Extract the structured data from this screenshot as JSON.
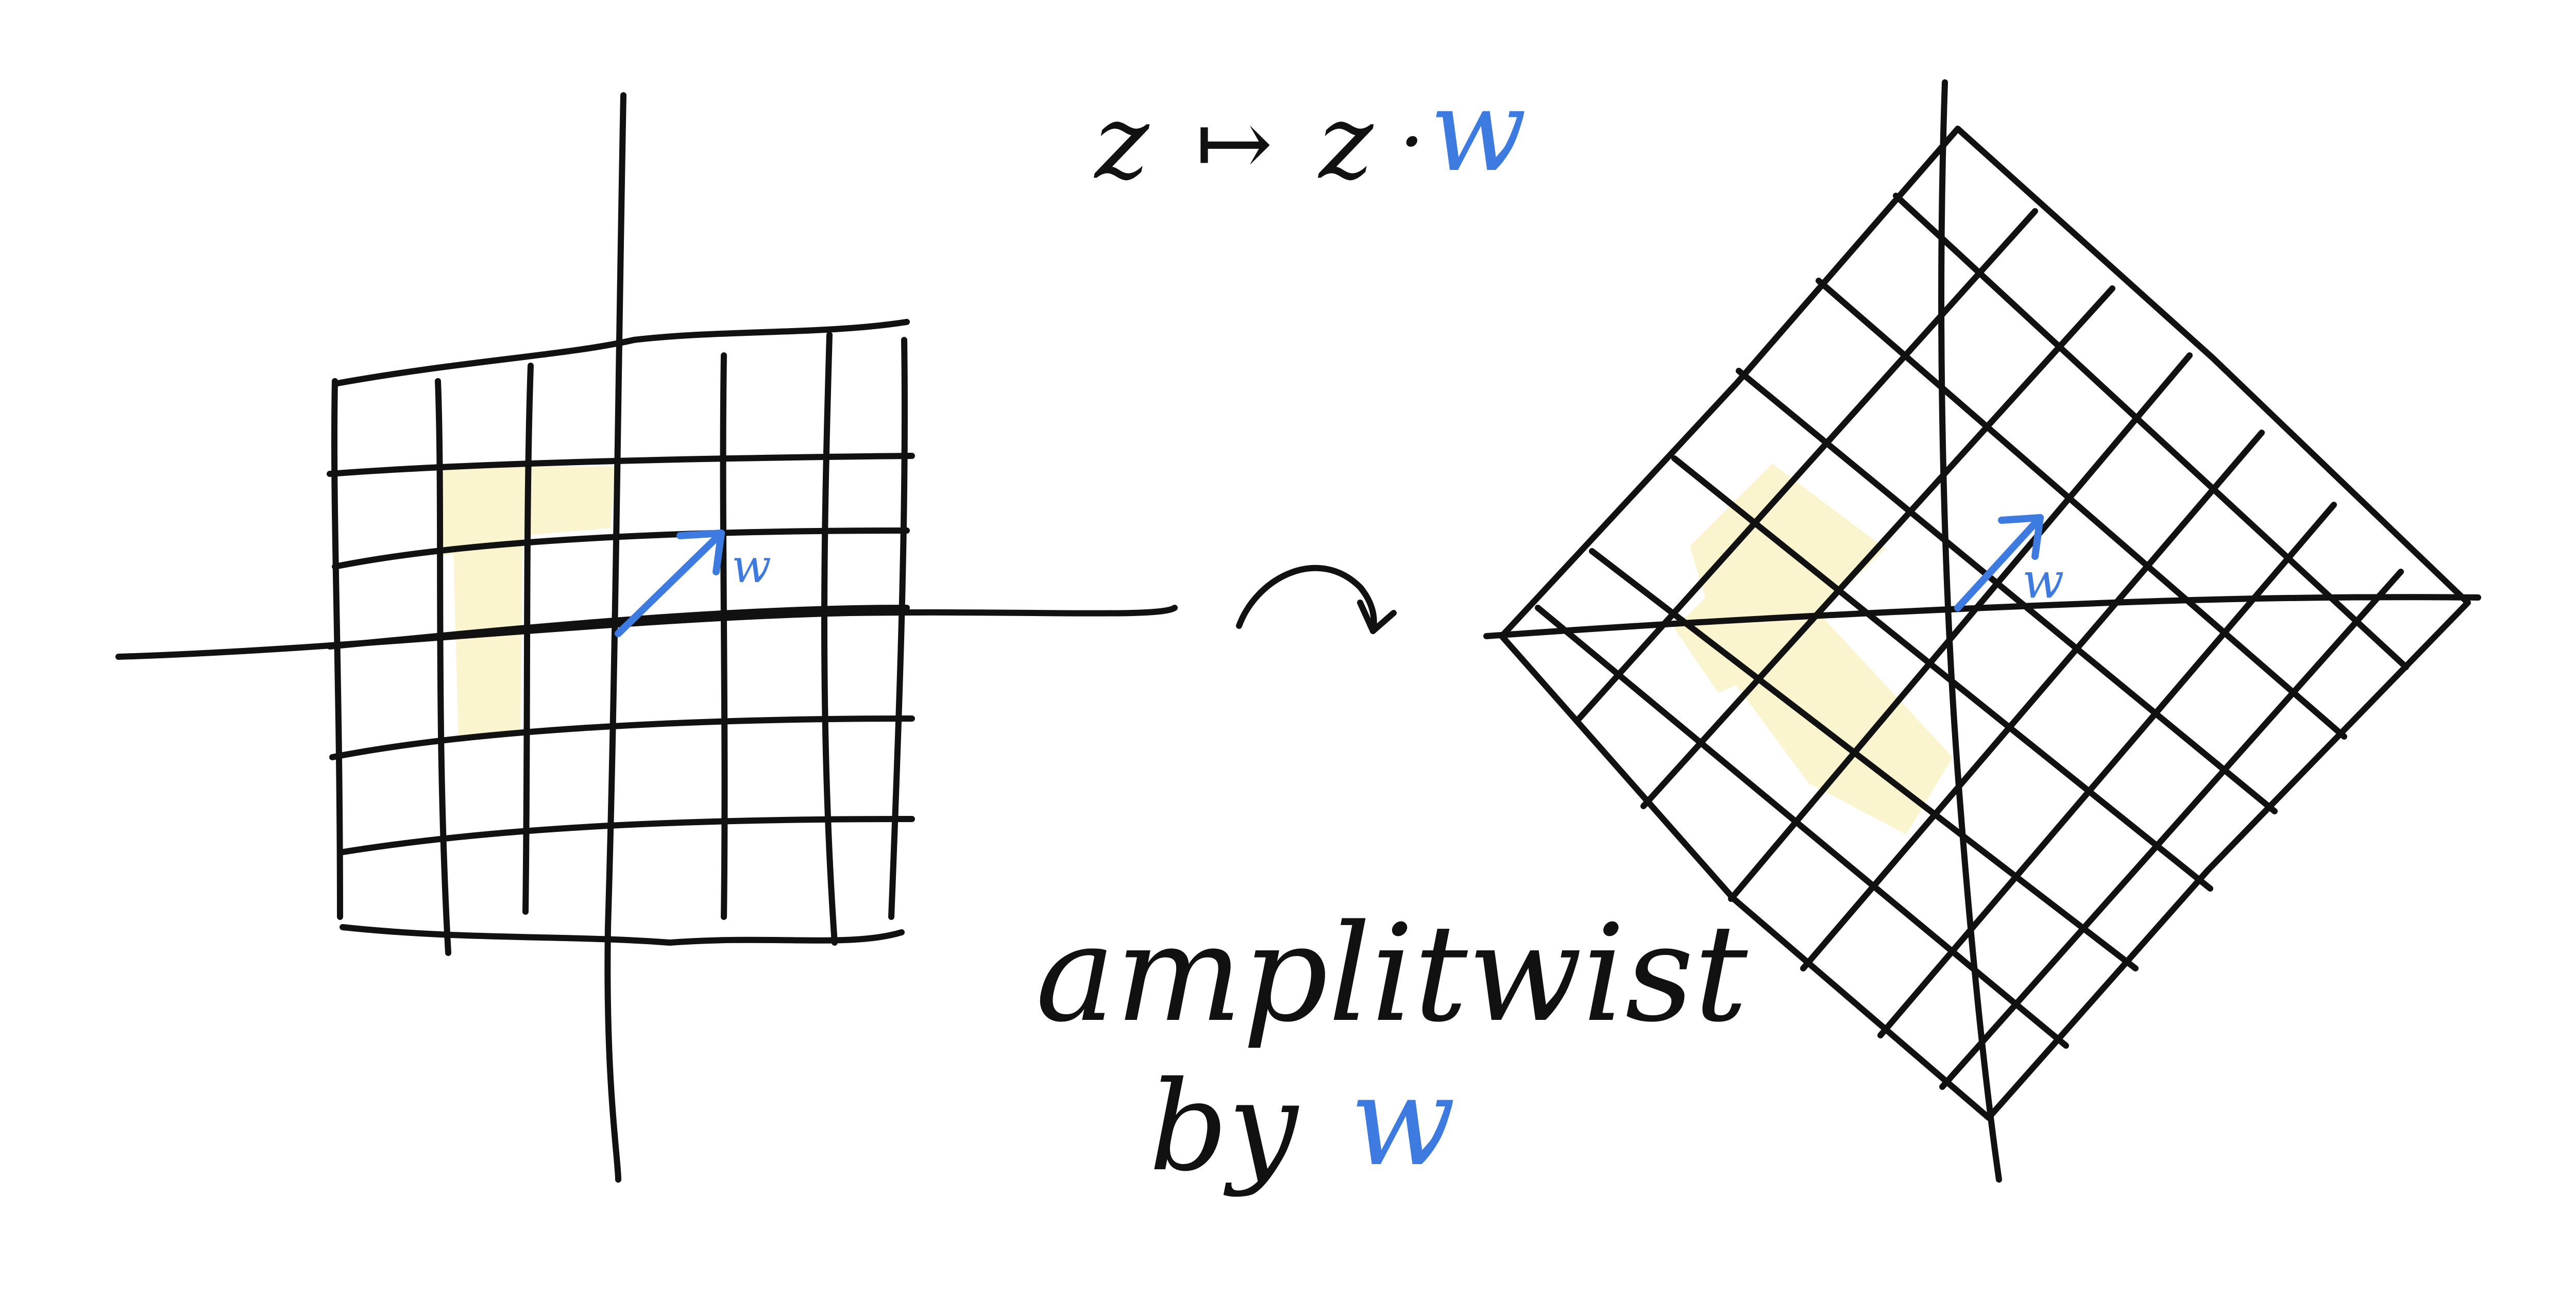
{
  "formula": {
    "left": "z",
    "arrow": "↦",
    "right": "z",
    "dot": "·",
    "w": "w"
  },
  "caption": {
    "line1": "amplitwist",
    "line2": "by",
    "w": "w"
  },
  "left_plane": {
    "vector_label": "w"
  },
  "right_plane": {
    "vector_label": "w"
  },
  "transform_arrow": "rotate-arrow-icon",
  "colors": {
    "ink": "#111111",
    "blue": "#3d7be0",
    "highlight": "#fbf5cf"
  }
}
